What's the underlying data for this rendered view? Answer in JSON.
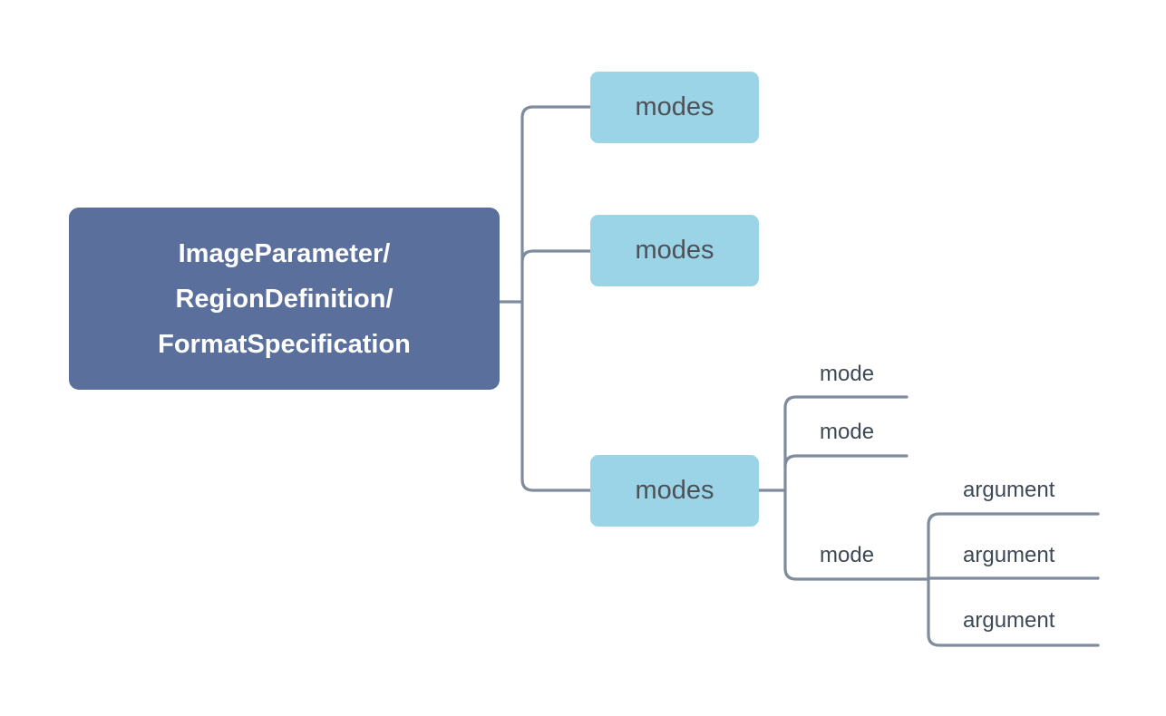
{
  "diagram": {
    "type": "mind-map",
    "orientation": "left-to-right",
    "background_color": "#ffffff",
    "connector_color": "#7f8c9e",
    "root": {
      "label_lines": [
        "ImageParameter/",
        "RegionDefinition/",
        "FormatSpecification"
      ],
      "full_label": "ImageParameter/RegionDefinition/FormatSpecification",
      "fill_color": "#5a6f9c",
      "text_color": "#ffffff"
    },
    "children": [
      {
        "label": "modes",
        "fill_color": "#9bd4e7",
        "text_color": "#4c5258",
        "children": []
      },
      {
        "label": "modes",
        "fill_color": "#9bd4e7",
        "text_color": "#4c5258",
        "children": []
      },
      {
        "label": "modes",
        "fill_color": "#9bd4e7",
        "text_color": "#4c5258",
        "children": [
          {
            "label": "mode",
            "text_color": "#3f4956",
            "children": []
          },
          {
            "label": "mode",
            "text_color": "#3f4956",
            "children": []
          },
          {
            "label": "mode",
            "text_color": "#3f4956",
            "children": [
              {
                "label": "argument",
                "text_color": "#3f4956"
              },
              {
                "label": "argument",
                "text_color": "#3f4956"
              },
              {
                "label": "argument",
                "text_color": "#3f4956"
              }
            ]
          }
        ]
      }
    ]
  }
}
